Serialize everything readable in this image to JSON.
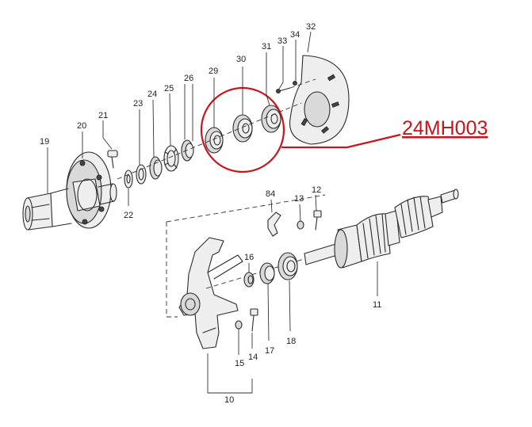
{
  "parts": [
    {
      "id": "p19",
      "label": "19"
    },
    {
      "id": "p20",
      "label": "20"
    },
    {
      "id": "p21",
      "label": "21"
    },
    {
      "id": "p22",
      "label": "22"
    },
    {
      "id": "p23",
      "label": "23"
    },
    {
      "id": "p24",
      "label": "24"
    },
    {
      "id": "p25",
      "label": "25"
    },
    {
      "id": "p26",
      "label": "26"
    },
    {
      "id": "p29",
      "label": "29"
    },
    {
      "id": "p30",
      "label": "30"
    },
    {
      "id": "p31",
      "label": "31"
    },
    {
      "id": "p32",
      "label": "32"
    },
    {
      "id": "p33",
      "label": "33"
    },
    {
      "id": "p34",
      "label": "34"
    },
    {
      "id": "p84",
      "label": "84"
    },
    {
      "id": "p13",
      "label": "13"
    },
    {
      "id": "p12",
      "label": "12"
    },
    {
      "id": "p16",
      "label": "16"
    },
    {
      "id": "p17",
      "label": "17"
    },
    {
      "id": "p18",
      "label": "18"
    },
    {
      "id": "p11",
      "label": "11"
    },
    {
      "id": "p15",
      "label": "15"
    },
    {
      "id": "p14",
      "label": "14"
    },
    {
      "id": "p10",
      "label": "10"
    }
  ],
  "highlight": {
    "code": "24MH003",
    "color": "#c8151c",
    "circled_parts": [
      "29",
      "30",
      "31"
    ]
  }
}
